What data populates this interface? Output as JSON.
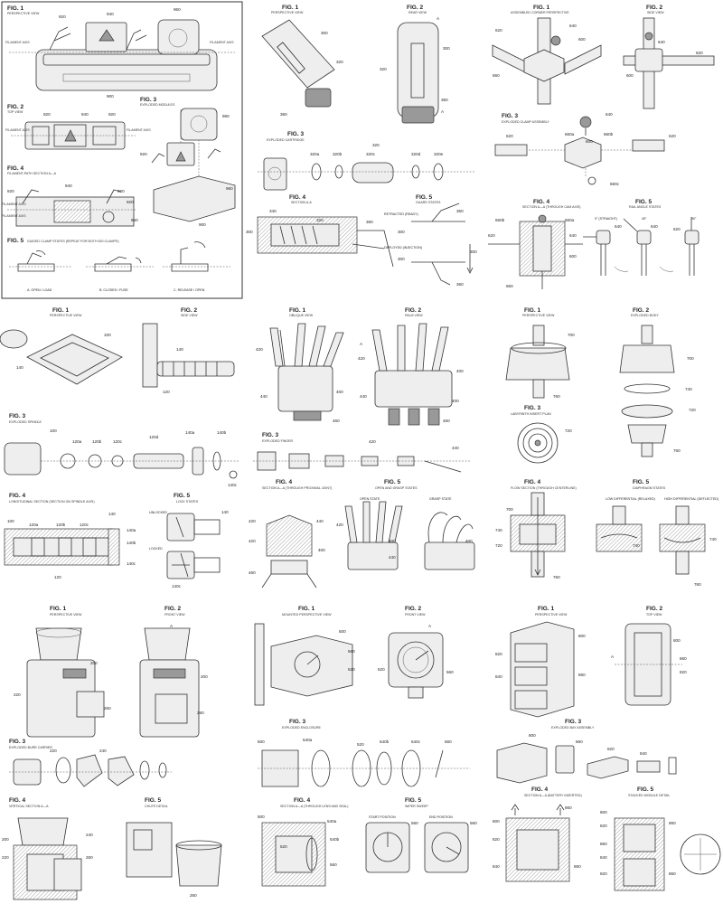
{
  "panels": [
    {
      "id": "extruder",
      "figs": [
        {
          "num": "FIG. 1",
          "sub": "PERSPECTIVE VIEW"
        },
        {
          "num": "FIG. 2",
          "sub": "TOP VIEW"
        },
        {
          "num": "FIG. 3",
          "sub": "EXPLODED MODULES"
        },
        {
          "num": "FIG. 4",
          "sub": "FILAMENT-PATH SECTION A—A"
        },
        {
          "num": "FIG. 5",
          "sub": "GUIDED CLAMP STATES (REPEAT FOR BOTH 920 CLAMPS)"
        }
      ],
      "refs": [
        "920",
        "940",
        "960",
        "900",
        "920",
        "940",
        "920",
        "960",
        "920",
        "940",
        "920",
        "960",
        "900",
        "920",
        "920",
        "960"
      ],
      "labels": [
        "FILAMENT AXIS",
        "FILAMENT AXIS",
        "FILAMENT AXIS",
        "FILAMENT AXIS",
        "FILAMENT AXIS",
        "FILAMENT AXIS"
      ],
      "captions": [
        "A.  OPEN / LOAD",
        "B.  CLOSED / FUSE",
        "C.  RELEASE / OPEN"
      ]
    },
    {
      "id": "cartridge",
      "figs": [
        {
          "num": "FIG. 1",
          "sub": "PERSPECTIVE VIEW"
        },
        {
          "num": "FIG. 2",
          "sub": "REAR VIEW"
        },
        {
          "num": "FIG. 3",
          "sub": "EXPLODED CARTRIDGE"
        },
        {
          "num": "FIG. 4",
          "sub": "SECTION A-A"
        },
        {
          "num": "FIG. 5",
          "sub": "GUARD STATES"
        }
      ],
      "refs": [
        "300",
        "320",
        "360",
        "A",
        "300",
        "320",
        "360",
        "A",
        "320",
        "320a",
        "320b",
        "320c",
        "320d",
        "320e",
        "300",
        "340",
        "320",
        "360",
        "300",
        "360",
        "300",
        "360",
        "300"
      ],
      "captions": [
        "RETRACTED (READY)",
        "DEPLOYED (INJECTION)"
      ]
    },
    {
      "id": "clamp",
      "figs": [
        {
          "num": "FIG. 1",
          "sub": "ASSEMBLED CORNER PERSPECTIVE"
        },
        {
          "num": "FIG. 2",
          "sub": "SIDE VIEW"
        },
        {
          "num": "FIG. 3",
          "sub": "EXPLODED CLAMP ASSEMBLY"
        },
        {
          "num": "FIG. 4",
          "sub": "SECTION A—A (THROUGH CAM AXIS)"
        },
        {
          "num": "FIG. 5",
          "sub": "RAIL ANGLE STATES"
        }
      ],
      "refs": [
        "620",
        "640",
        "600",
        "660",
        "640",
        "600",
        "620",
        "620",
        "660a",
        "640",
        "600",
        "660b",
        "620",
        "660c",
        "620",
        "660b",
        "660a",
        "640",
        "600",
        "660",
        "640",
        "640",
        "620"
      ],
      "captions": [
        "0° (STRAIGHT)",
        "45°",
        "90°"
      ]
    },
    {
      "id": "pedal",
      "figs": [
        {
          "num": "FIG. 1",
          "sub": "PERSPECTIVE VIEW"
        },
        {
          "num": "FIG. 2",
          "sub": "SIDE VIEW"
        },
        {
          "num": "FIG. 3",
          "sub": "EXPLODED SPINDLE"
        },
        {
          "num": "FIG. 4",
          "sub": "LONGITUDINAL SECTION (SECTION ON SPINDLE AXIS)"
        },
        {
          "num": "FIG. 5",
          "sub": "LOCK STATES"
        }
      ],
      "refs": [
        "100",
        "140",
        "140",
        "120",
        "100",
        "120a",
        "120b",
        "120c",
        "120d",
        "140a",
        "140b",
        "140c",
        "100",
        "120a",
        "120b",
        "120c",
        "140",
        "140a",
        "140b",
        "140c",
        "120",
        "140",
        "140c"
      ],
      "captions": [
        "UNLOCKED",
        "LOCKED"
      ]
    },
    {
      "id": "hand",
      "figs": [
        {
          "num": "FIG. 1",
          "sub": "OBLIQUE VIEW"
        },
        {
          "num": "FIG. 2",
          "sub": "PALM VIEW"
        },
        {
          "num": "FIG. 3",
          "sub": "EXPLODED FINGER"
        },
        {
          "num": "FIG. 4",
          "sub": "SECTION A—A (THROUGH PROXIMAL JOINT)"
        },
        {
          "num": "FIG. 5",
          "sub": "OPEN AND GRASP STATES"
        }
      ],
      "refs": [
        "420",
        "440",
        "400",
        "460",
        "A",
        "420",
        "400",
        "440",
        "460",
        "400",
        "420",
        "440",
        "420",
        "440",
        "420",
        "400",
        "460",
        "420",
        "440",
        "400",
        "400"
      ],
      "captions": [
        "OPEN STATE",
        "GRASP STATE"
      ]
    },
    {
      "id": "valve",
      "figs": [
        {
          "num": "FIG. 1",
          "sub": "PERSPECTIVE VIEW"
        },
        {
          "num": "FIG. 2",
          "sub": "EXPLODED BODY"
        },
        {
          "num": "FIG. 3",
          "sub": "LABYRINTH INSERT PLAN"
        },
        {
          "num": "FIG. 4",
          "sub": "FLOW SECTION (THROUGH CENTERLINE)"
        },
        {
          "num": "FIG. 5",
          "sub": "DIAPHRAGM STATES"
        }
      ],
      "refs": [
        "700",
        "760",
        "700",
        "740",
        "720",
        "760",
        "720",
        "700",
        "740",
        "720",
        "760",
        "740",
        "740",
        "760"
      ],
      "captions": [
        "LOW DIFFERENTIAL (RELAXED)",
        "HIGH DIFFERENTIAL (DEFLECTED)"
      ]
    },
    {
      "id": "grinder",
      "figs": [
        {
          "num": "FIG. 1",
          "sub": "PERSPECTIVE VIEW"
        },
        {
          "num": "FIG. 2",
          "sub": "FRONT VIEW"
        },
        {
          "num": "FIG. 3",
          "sub": "EXPLODED BURR CARRIER"
        },
        {
          "num": "FIG. 4",
          "sub": "VERTICAL SECTION A—A"
        },
        {
          "num": "FIG. 5",
          "sub": "CHUTE DETAIL"
        }
      ],
      "refs": [
        "200",
        "220",
        "260",
        "A",
        "200",
        "260",
        "220",
        "240",
        "240",
        "260",
        "220",
        "200",
        "260"
      ]
    },
    {
      "id": "enclosure",
      "figs": [
        {
          "num": "FIG. 1",
          "sub": "MOUNTED PERSPECTIVE VIEW"
        },
        {
          "num": "FIG. 2",
          "sub": "FRONT VIEW"
        },
        {
          "num": "FIG. 3",
          "sub": "EXPLODED ENCLOSURE"
        },
        {
          "num": "FIG. 4",
          "sub": "SECTION A—A (THROUGH LENS AND SEAL)"
        },
        {
          "num": "FIG. 5",
          "sub": "WIPER SWEEP"
        }
      ],
      "refs": [
        "500",
        "560",
        "520",
        "A",
        "520",
        "560",
        "500",
        "540a",
        "520",
        "540b",
        "540c",
        "560",
        "500",
        "540a",
        "540b",
        "520",
        "560",
        "560",
        "560"
      ],
      "captions": [
        "START POSITION",
        "END POSITION"
      ]
    },
    {
      "id": "battery",
      "figs": [
        {
          "num": "FIG. 1",
          "sub": "PERSPECTIVE VIEW"
        },
        {
          "num": "FIG. 2",
          "sub": "TOP VIEW"
        },
        {
          "num": "FIG. 3",
          "sub": "EXPLODED BAY ASSEMBLY"
        },
        {
          "num": "FIG. 4",
          "sub": "SECTION A—A (BATTERY INSERTED)"
        },
        {
          "num": "FIG. 5",
          "sub": "STACKED MODULE DETAIL"
        }
      ],
      "refs": [
        "800",
        "820",
        "840",
        "860",
        "A",
        "800",
        "860",
        "820",
        "800",
        "860",
        "820",
        "840",
        "800",
        "860",
        "820",
        "840",
        "860",
        "800",
        "820",
        "860",
        "840",
        "820",
        "860",
        "860"
      ]
    }
  ]
}
